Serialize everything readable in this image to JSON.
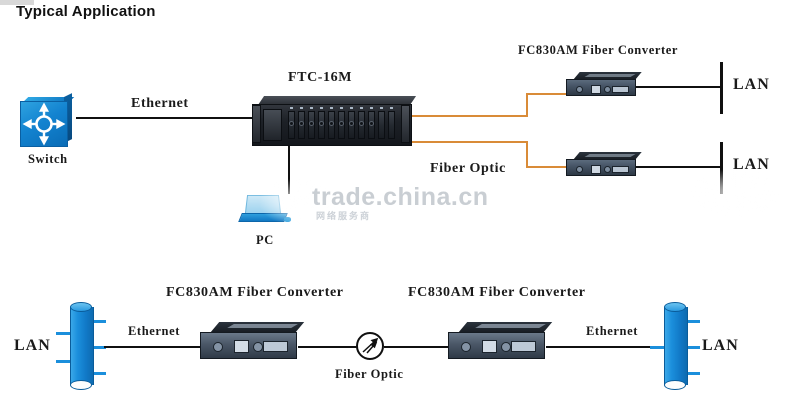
{
  "page": {
    "title": "Typical Application"
  },
  "watermark": {
    "text": "trade.china.cn",
    "subtext": "网络服务商"
  },
  "colors": {
    "ethernet_wire": "#101010",
    "fiber_wire": "#d98b38",
    "device_blue": "#1b8fdc",
    "chassis_dark": "#1d2127",
    "title_text": "#111111"
  },
  "diagram_top": {
    "name": "rack-chassis-application",
    "nodes": {
      "switch": {
        "label": "Switch",
        "icon": "switch-icon"
      },
      "chassis": {
        "label": "FTC-16M",
        "icon": "rack-chassis-icon",
        "slots": 11
      },
      "pc": {
        "label": "PC",
        "icon": "pc-icon"
      },
      "converter_1": {
        "label": "FC830AM Fiber Converter",
        "icon": "media-converter-icon"
      },
      "converter_2": {
        "label": "",
        "icon": "media-converter-icon"
      },
      "lan_1": {
        "label": "LAN",
        "icon": "lan-bar-icon"
      },
      "lan_2": {
        "label": "LAN",
        "icon": "lan-bar-icon"
      }
    },
    "links": {
      "ethernet": "Ethernet",
      "fiber": "Fiber Optic"
    }
  },
  "diagram_bottom": {
    "name": "point-to-point-application",
    "nodes": {
      "lan_left": {
        "label": "LAN",
        "icon": "lan-cylinder-icon"
      },
      "converter_left": {
        "label": "FC830AM Fiber Converter",
        "icon": "media-converter-icon"
      },
      "fiber_node": {
        "label": "Fiber Optic",
        "icon": "fiber-optic-icon"
      },
      "converter_right": {
        "label": "FC830AM Fiber Converter",
        "icon": "media-converter-icon"
      },
      "lan_right": {
        "label": "LAN",
        "icon": "lan-cylinder-icon"
      }
    },
    "links": {
      "ethernet_left": "Ethernet",
      "ethernet_right": "Ethernet"
    }
  }
}
